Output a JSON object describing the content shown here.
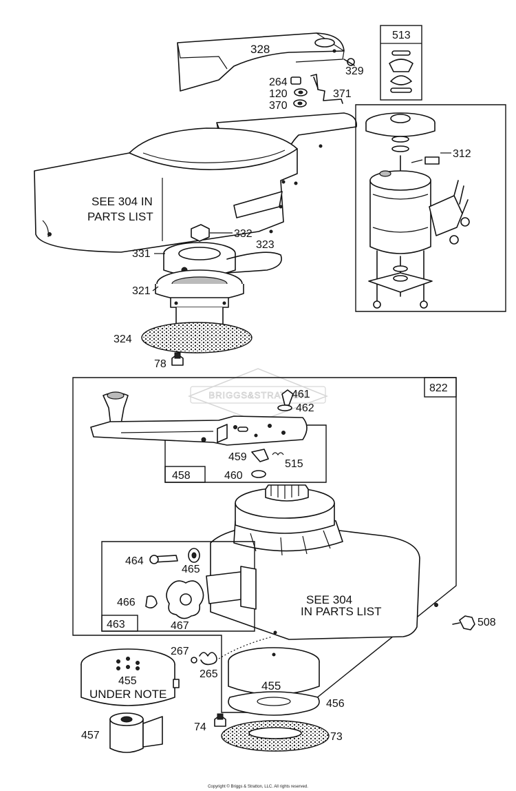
{
  "labels": {
    "p328": "328",
    "p329": "329",
    "p264": "264",
    "p120": "120",
    "p371": "371",
    "p370": "370",
    "p513": "513",
    "p312": "312",
    "p332": "332",
    "p323": "323",
    "p331": "331",
    "p321": "321",
    "p324": "324",
    "p78": "78",
    "p822": "822",
    "p461": "461",
    "p462": "462",
    "p459": "459",
    "p515": "515",
    "p458": "458",
    "p460": "460",
    "p464": "464",
    "p465": "465",
    "p466": "466",
    "p467": "467",
    "p463": "463",
    "p508": "508",
    "p267": "267",
    "p265": "265",
    "p455a": "455",
    "p455b": "455",
    "p456": "456",
    "p457": "457",
    "p74": "74",
    "p73": "73"
  },
  "notes": {
    "upper_line1": "SEE 304 IN",
    "upper_line2": "PARTS LIST",
    "lower_line1": "SEE 304",
    "lower_line2": "IN PARTS LIST",
    "under_note": "UNDER NOTE"
  },
  "watermark": "BRIGGS&STRATTON",
  "copyright": "Copyright © Briggs & Stratton, LLC. All rights reserved."
}
